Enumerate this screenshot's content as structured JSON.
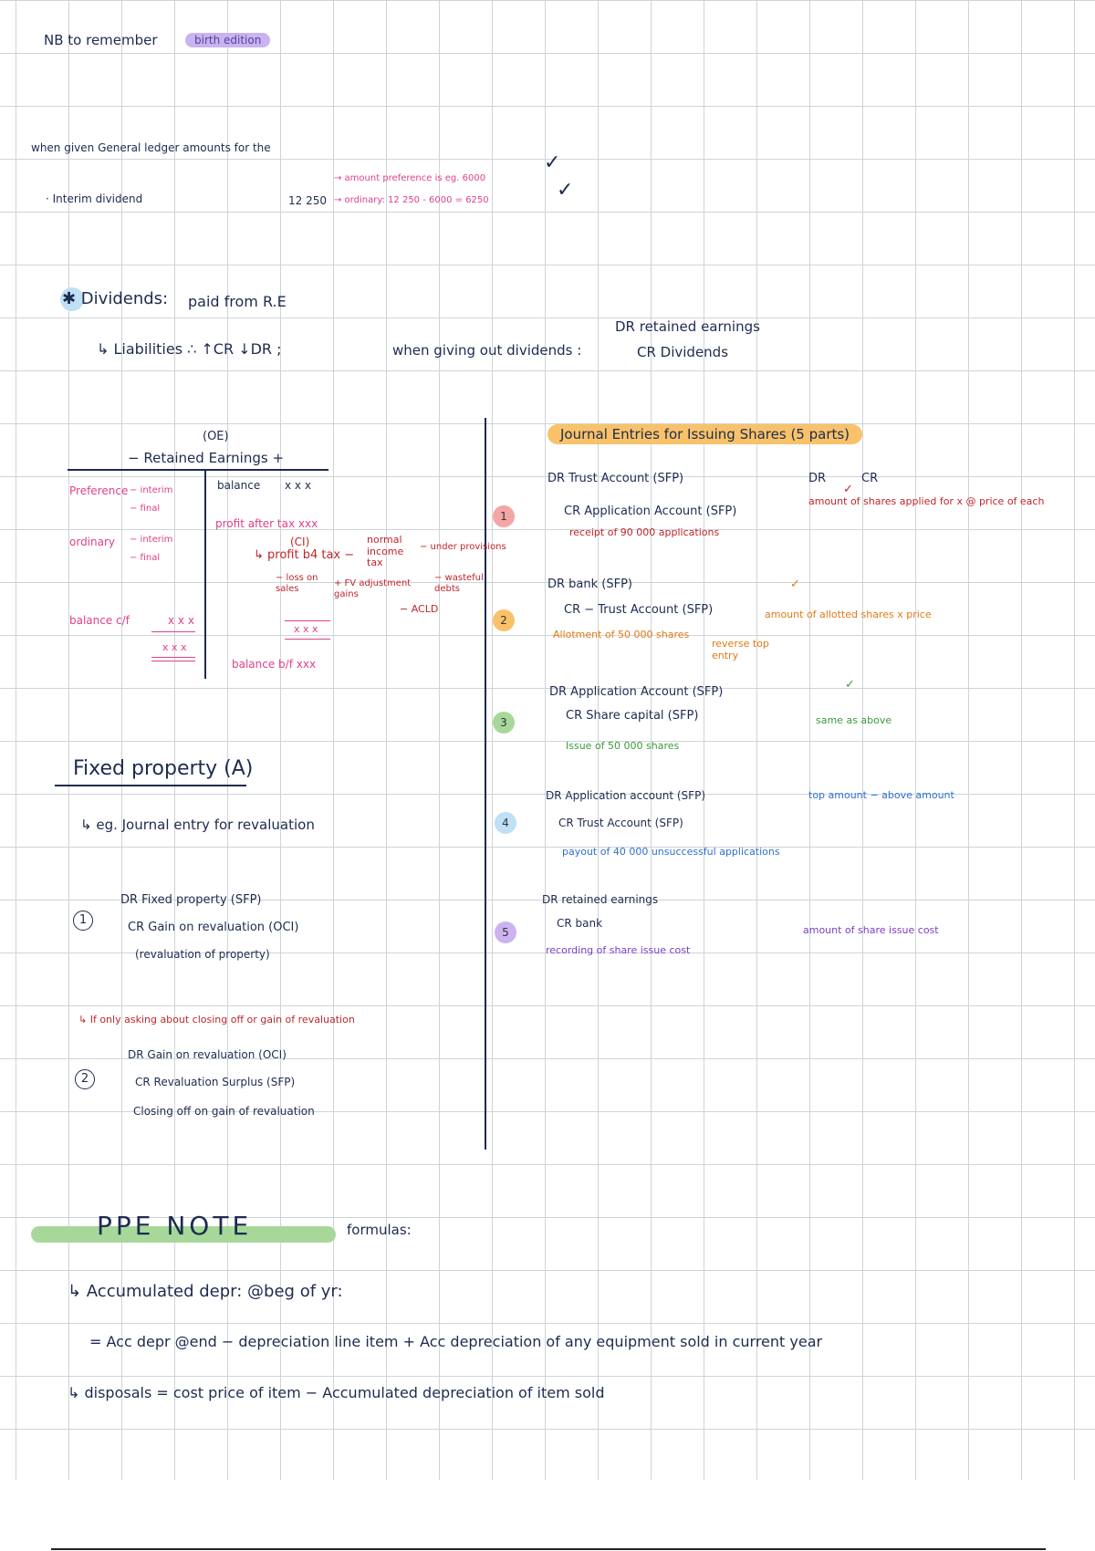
{
  "header": {
    "nb_label": "NB to remember",
    "nb_tag": "birth edition"
  },
  "gl": {
    "when_given": "when given General ledger amounts for the",
    "interim_label": "· Interim dividend",
    "interim_amount": "12 250",
    "preference_note": "→ amount preference is eg. 6000",
    "ordinary_note": "→ ordinary: 12 250 - 6000 = 6250",
    "check": "✓"
  },
  "dividends": {
    "title": "✱ Dividends:",
    "paid_from": "paid from R.E",
    "liabilities": "↳ Liabilities ∴ ↑CR ↓DR ;",
    "when_giving": "when giving out dividends :",
    "dr": "DR retained earnings",
    "cr": "CR Dividends"
  },
  "re_account": {
    "heading_oe": "(OE)",
    "heading": "− Retained Earnings +",
    "preference": "Preference",
    "pref_interim": "− interim",
    "pref_final": "− final",
    "ordinary": "ordinary",
    "ord_interim": "− interim",
    "ord_final": "− final",
    "balance_cf": "balance c/f",
    "xxx": "x x x",
    "balance_left": "balance",
    "profit_after_tax": "profit after tax xxx",
    "ci": "(CI)",
    "profit_before_tax": "↳ profit b4 tax −",
    "normal_income_tax": "normal income tax",
    "underprovisions": "− under provisions",
    "loss_on_sales": "− loss on sales",
    "fv_adjustment": "+ FV adjustment gains",
    "wasteful": "− wasteful debts",
    "acld": "− ACLD",
    "balance_bf": "balance b/f xxx"
  },
  "fixed_property": {
    "title": "Fixed property (A)",
    "eg": "↳ eg. Journal entry for revaluation",
    "one": "1",
    "dr1": "DR Fixed property (SFP)",
    "cr1": "CR Gain on revaluation (OCI)",
    "note1": "(revaluation of property)",
    "if_only": "↳ If only asking about closing off or gain of revaluation",
    "two": "2",
    "dr2": "DR Gain on revaluation (OCI)",
    "cr2": "CR Revaluation Surplus (SFP)",
    "note2": "Closing off on gain of revaluation"
  },
  "journal": {
    "title": "Journal Entries for Issuing Shares (5 parts)",
    "col_dr": "DR",
    "col_cr": "CR",
    "entries": [
      {
        "num": "1",
        "dr": "DR Trust Account (SFP)",
        "cr": "CR Application Account (SFP)",
        "desc": "receipt of 90 000 applications",
        "note": "amount of shares applied for x @ price of each",
        "mark": "✓"
      },
      {
        "num": "2",
        "dr": "DR bank (SFP)",
        "cr": "CR − Trust Account (SFP)",
        "desc": "Allotment of 50 000 shares",
        "note": "amount of allotted shares x price",
        "side": "reverse top entry",
        "mark": "✓"
      },
      {
        "num": "3",
        "dr": "DR Application Account (SFP)",
        "cr": "CR Share capital (SFP)",
        "desc": "Issue of 50 000 shares",
        "note": "same as above",
        "mark": "✓"
      },
      {
        "num": "4",
        "dr": "DR Application account (SFP)",
        "cr": "CR Trust Account (SFP)",
        "desc": "payout of 40 000 unsuccessful applications",
        "note": "top amount − above amount"
      },
      {
        "num": "5",
        "dr": "DR retained earnings",
        "cr": "CR bank",
        "desc": "recording of share issue cost",
        "note": "amount of share issue cost"
      }
    ]
  },
  "ppe": {
    "title": "PPE NOTE",
    "formulas": "formulas:",
    "acc_depr": "↳ Accumulated depr: @beg of yr:",
    "formula1": "= Acc depr @end − depreciation line item + Acc depreciation of any equipment sold in current year",
    "disposals": "↳ disposals = cost price of item − Accumulated depreciation of item sold"
  }
}
